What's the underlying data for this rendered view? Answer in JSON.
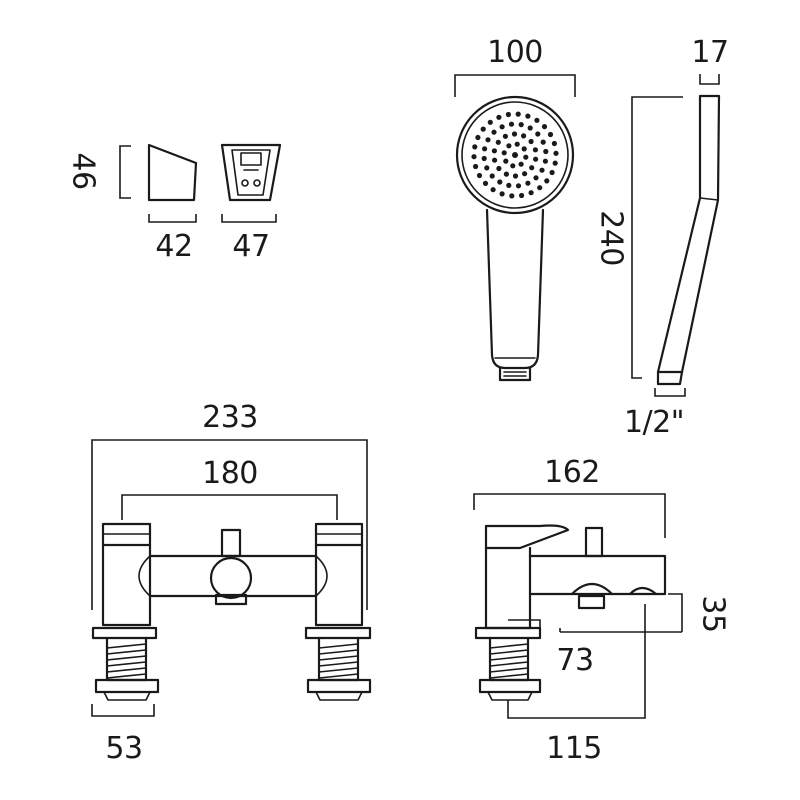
{
  "diagram": {
    "line_color": "#1a1a1a",
    "background": "#ffffff",
    "dimensions": {
      "bracket_height": "46",
      "bracket_side_width": "42",
      "bracket_front_width": "47",
      "handset_head_width": "100",
      "handset_depth": "17",
      "handset_length": "240",
      "handset_thread": "1/2\"",
      "mixer_overall_width": "233",
      "mixer_centres": "180",
      "mixer_tail_width": "53",
      "mixer_side_depth": "162",
      "spout_height": "35",
      "spout_outlet_offset": "73",
      "spout_projection": "115"
    }
  }
}
